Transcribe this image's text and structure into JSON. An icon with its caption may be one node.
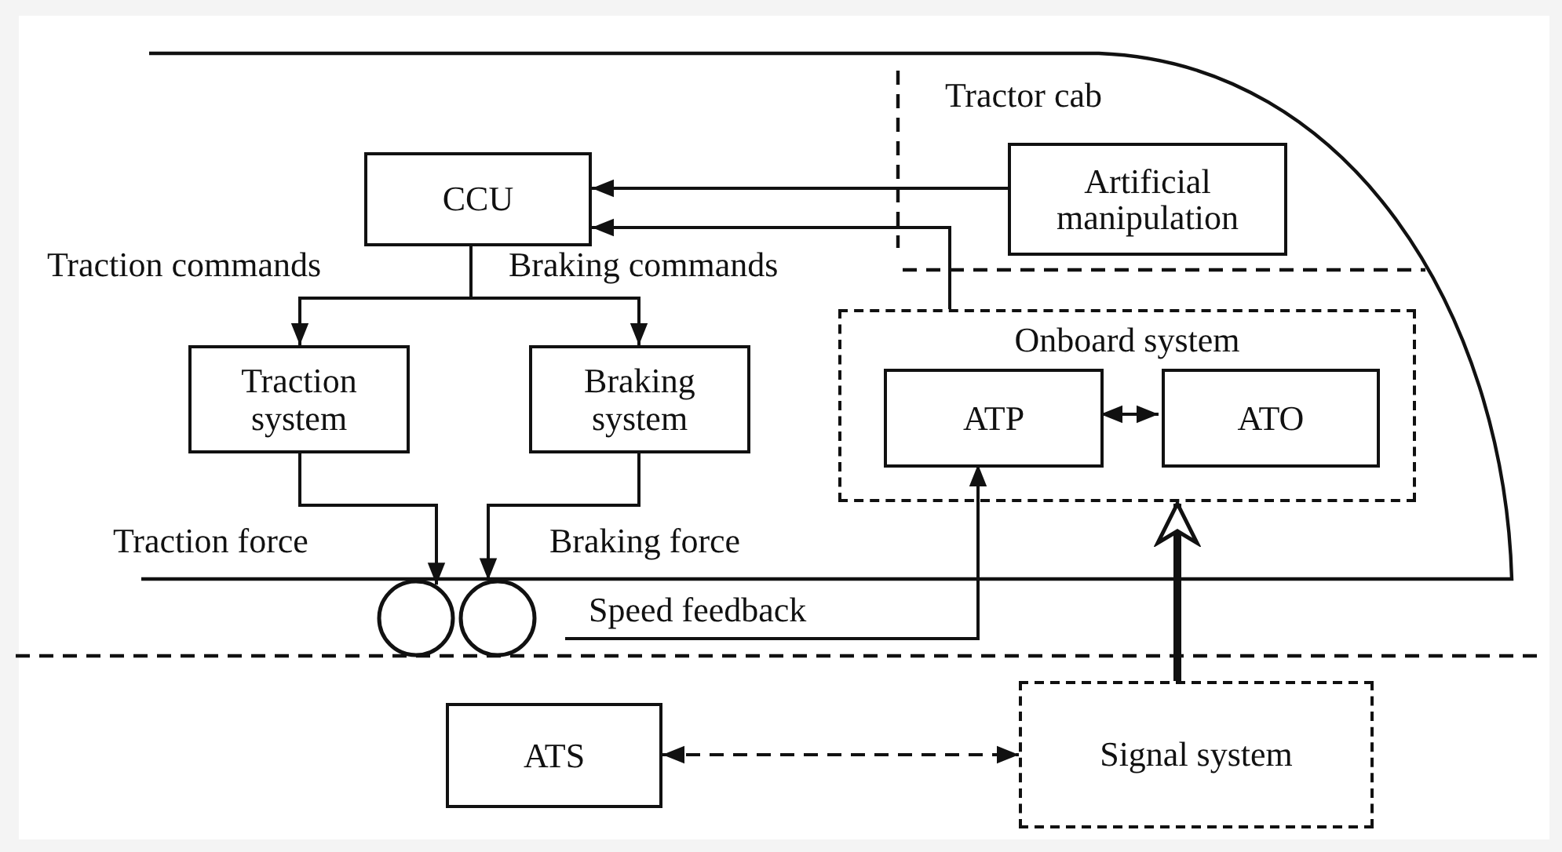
{
  "diagram": {
    "nodes": [
      {
        "text": [
          "CCU"
        ]
      },
      {
        "text": [
          "Artificial manipulation"
        ]
      },
      {
        "text": [
          "Traction system"
        ]
      },
      {
        "text": [
          "Braking system"
        ]
      },
      {
        "text": [
          "Onboard system"
        ]
      },
      {
        "text": [
          "ATP"
        ],
        "in": 4
      },
      {
        "text": [
          "ATO"
        ],
        "in": 4
      },
      {
        "text": [],
        "shape": "circle"
      },
      {
        "text": [],
        "shape": "circle"
      },
      {
        "text": [
          "ATS"
        ]
      },
      {
        "text": [
          "Signal system"
        ]
      }
    ],
    "edges": [
      {
        "from": 1,
        "to": 0,
        "arrow": "to"
      },
      {
        "from": 4,
        "to": 0,
        "arrow": "to"
      },
      {
        "from": 0,
        "to": 2,
        "arrow": "to",
        "label": "Traction commands"
      },
      {
        "from": 0,
        "to": 3,
        "arrow": "to",
        "label": "Braking commands"
      },
      {
        "from": 2,
        "to": 7,
        "arrow": "to",
        "label": "Traction force"
      },
      {
        "from": 3,
        "to": 8,
        "arrow": "to",
        "label": "Braking force"
      },
      {
        "from": null,
        "to": 5,
        "arrow": "to",
        "label": "Speed feedback"
      },
      {
        "from": 5,
        "to": 6,
        "arrow": "both"
      },
      {
        "from": 10,
        "to": 4,
        "arrow": "to",
        "style": "thick"
      },
      {
        "from": 9,
        "to": 10,
        "arrow": "both",
        "style": "dashed"
      }
    ],
    "labels": [
      "Tractor cab"
    ]
  }
}
